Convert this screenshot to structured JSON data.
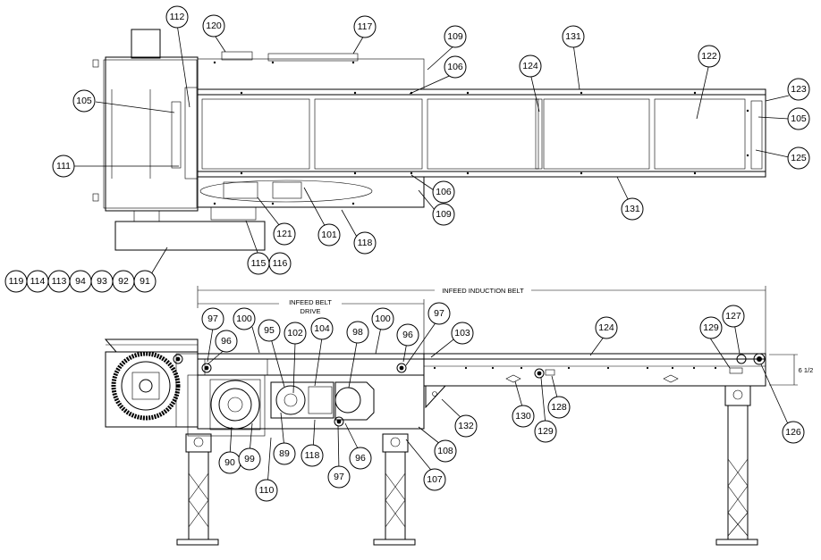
{
  "dimensions": {
    "infeed_induction_belt": "INFEED INDUCTION BELT",
    "infeed_belt_drive_line1": "INFEED BELT",
    "infeed_belt_drive_line2": "DRIVE",
    "height": "6 1/2"
  },
  "callouts": {
    "c112": "112",
    "c120": "120",
    "c117": "117",
    "c109a": "109",
    "c106a": "106",
    "c124a": "124",
    "c131a": "131",
    "c122": "122",
    "c123": "123",
    "c105a": "105",
    "c105b": "105",
    "c125": "125",
    "c111": "111",
    "c106b": "106",
    "c109b": "109",
    "c131b": "131",
    "c121": "121",
    "c101": "101",
    "c118a": "118",
    "c115": "115",
    "c116": "116",
    "c119": "119",
    "c114": "114",
    "c113": "113",
    "c94": "94",
    "c93": "93",
    "c92": "92",
    "c91": "91",
    "c97a": "97",
    "c100a": "100",
    "c96a": "96",
    "c95": "95",
    "c102": "102",
    "c104": "104",
    "c98": "98",
    "c100b": "100",
    "c96b": "96",
    "c97b": "97",
    "c103": "103",
    "c124b": "124",
    "c129a": "129",
    "c127": "127",
    "c90": "90",
    "c99": "99",
    "c89": "89",
    "c118b": "118",
    "c97c": "97",
    "c96c": "96",
    "c110": "110",
    "c107": "107",
    "c108": "108",
    "c132": "132",
    "c130": "130",
    "c129b": "129",
    "c128": "128",
    "c126": "126"
  }
}
